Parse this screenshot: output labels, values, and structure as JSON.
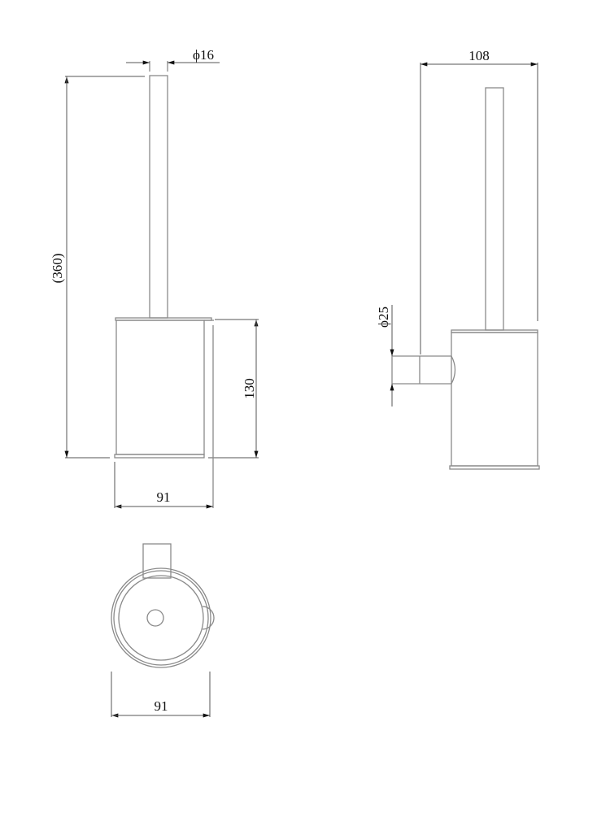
{
  "drawing": {
    "title": "Toilet brush holder - technical drawing",
    "line_color": "#8a8a8a",
    "dimension_color": "#111111",
    "background": "#ffffff"
  },
  "views": {
    "front": {
      "dimensions": {
        "handle_diameter": "ϕ16",
        "overall_height": "(360)",
        "container_height": "130",
        "container_width": "91"
      }
    },
    "side": {
      "dimensions": {
        "projection": "108",
        "wall_mount_diameter": "ϕ25"
      }
    },
    "top": {
      "dimensions": {
        "width": "91"
      }
    }
  }
}
